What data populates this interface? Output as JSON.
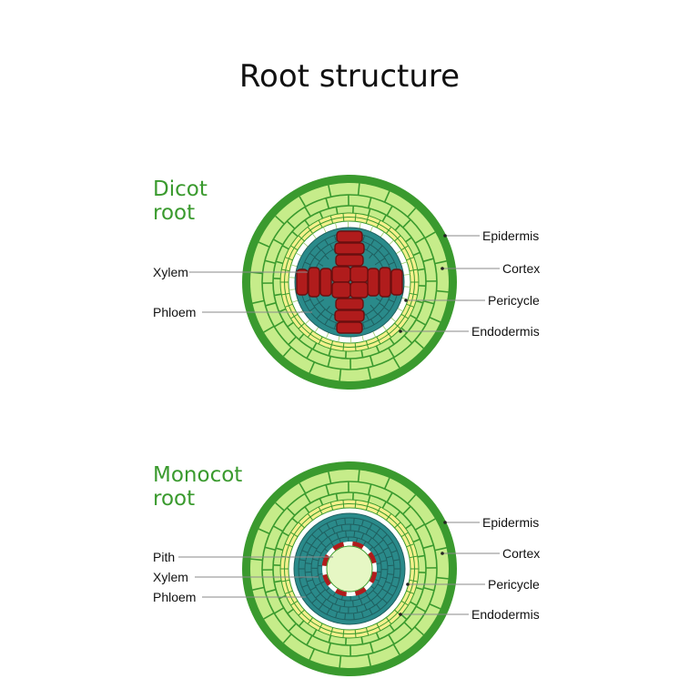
{
  "title": "Root structure",
  "dicot": {
    "heading_line1": "Dicot",
    "heading_line2": "root",
    "labels_left": [
      "Xylem",
      "Phloem"
    ],
    "labels_right": [
      "Epidermis",
      "Cortex",
      "Pericycle",
      "Endodermis"
    ]
  },
  "monocot": {
    "heading_line1": "Monocot",
    "heading_line2": "root",
    "labels_left": [
      "Pith",
      "Xylem",
      "Phloem"
    ],
    "labels_right": [
      "Epidermis",
      "Cortex",
      "Pericycle",
      "Endodermis"
    ]
  },
  "colors": {
    "epidermis": "#3a9a2e",
    "cortex_fill": "#c6ec8a",
    "cortex_line": "#3a9a2e",
    "endodermis": "#f4f08c",
    "pericycle": "#ffffff",
    "phloem": "#2a8a8a",
    "xylem": "#b01c1c",
    "pith": "#e6f7c4"
  }
}
